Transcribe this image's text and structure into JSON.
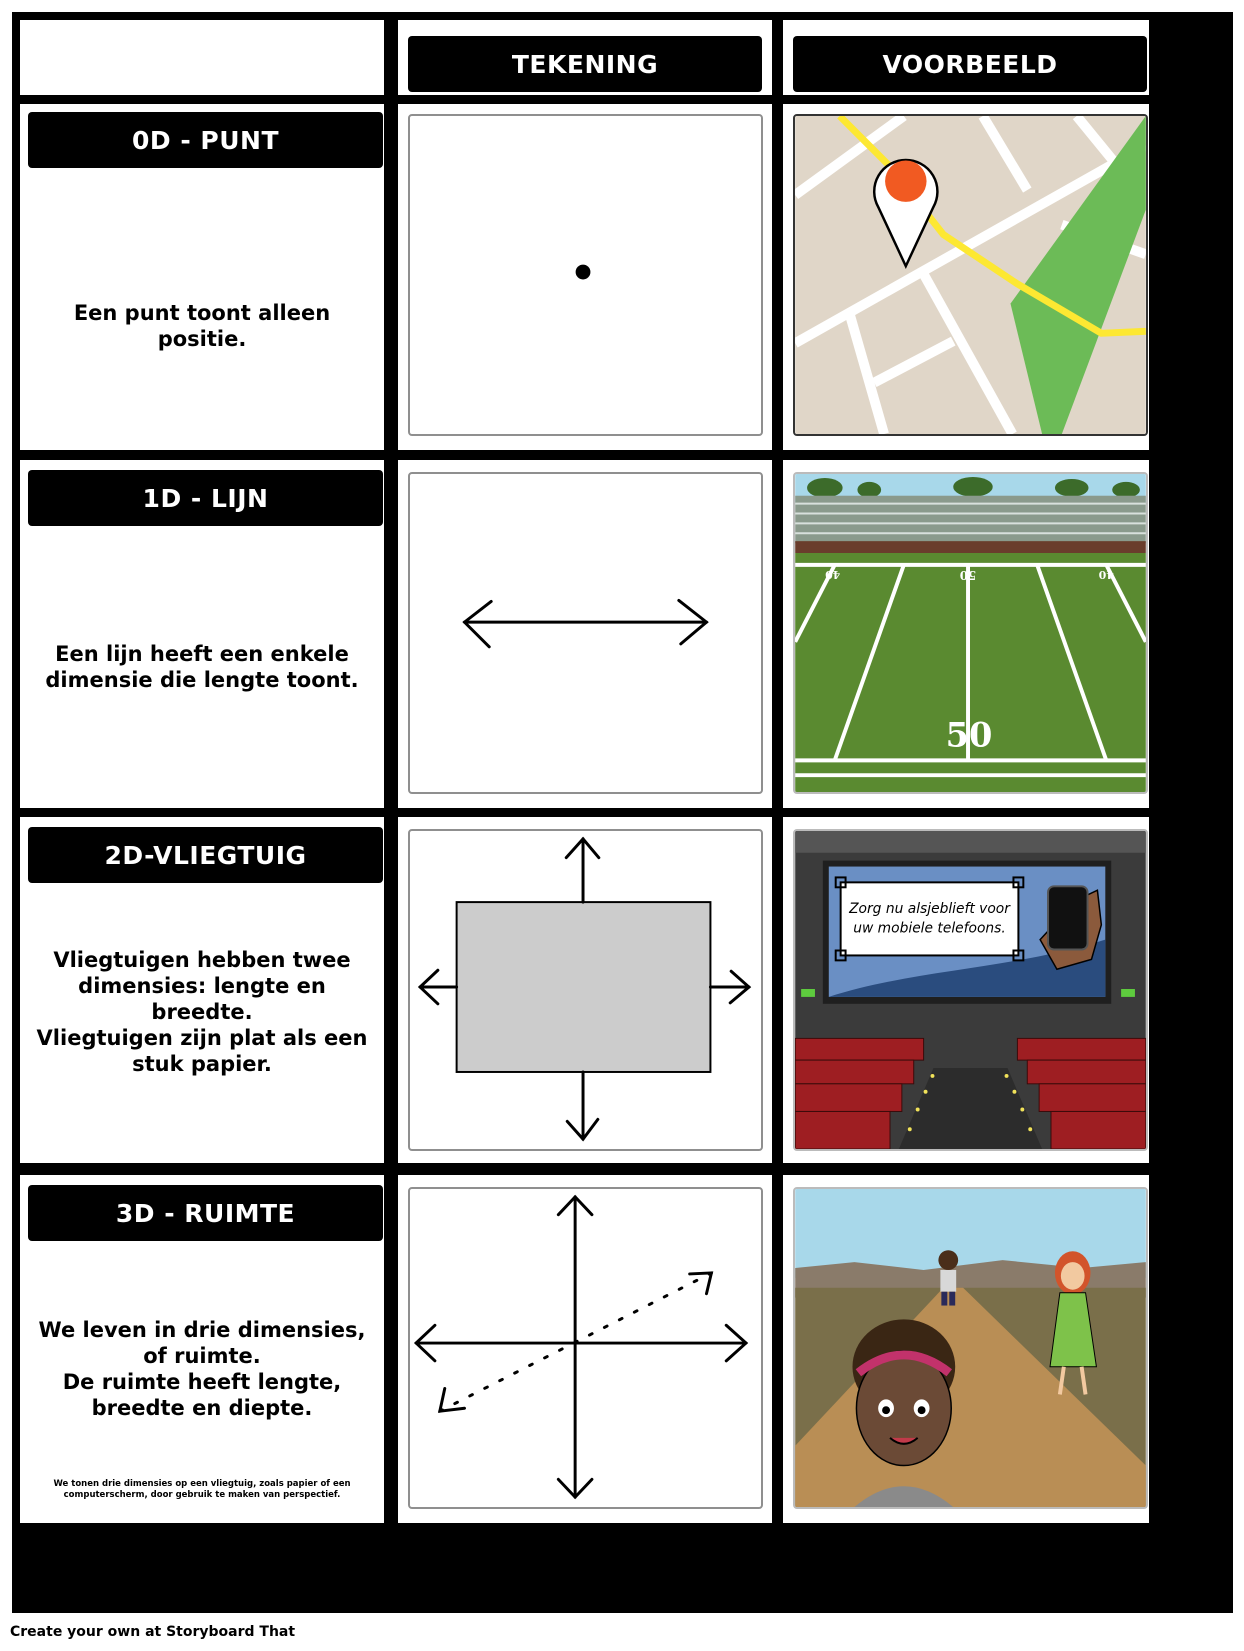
{
  "columns": {
    "drawing_header": "TEKENING",
    "example_header": "VOORBEELD"
  },
  "rows": [
    {
      "title": "0D - PUNT",
      "description": "Een punt toont alleen positie."
    },
    {
      "title": "1D - LIJN",
      "description": "Een lijn heeft een enkele dimensie die lengte toont."
    },
    {
      "title": "2D-VLIEGTUIG",
      "description": "Vliegtuigen hebben twee dimensies: lengte en breedte.\nVliegtuigen zijn plat als een stuk papier."
    },
    {
      "title": "3D - RUIMTE",
      "description": "We leven in drie dimensies, of ruimte.\nDe ruimte heeft lengte, breedte en diepte.",
      "note": "We tonen drie dimensies op een vliegtuig, zoals papier of een computerscherm, door gebruik te maken van perspectief."
    }
  ],
  "examples": {
    "football_yard_numbers": [
      "40",
      "50",
      "40"
    ],
    "football_field_number": "50",
    "cinema_screen_text": "Zorg nu alsjeblieft voor\nuw mobiele telefoons."
  },
  "colors": {
    "map_background": "#e0d6c8",
    "map_park": "#6cbb57",
    "map_route": "#fde832",
    "map_pin": "#f15a22",
    "field_green": "#5a8a30",
    "cinema_seat": "#9e1e22",
    "sky": "#a8d8ea"
  },
  "footer": "Create your own at Storyboard That"
}
